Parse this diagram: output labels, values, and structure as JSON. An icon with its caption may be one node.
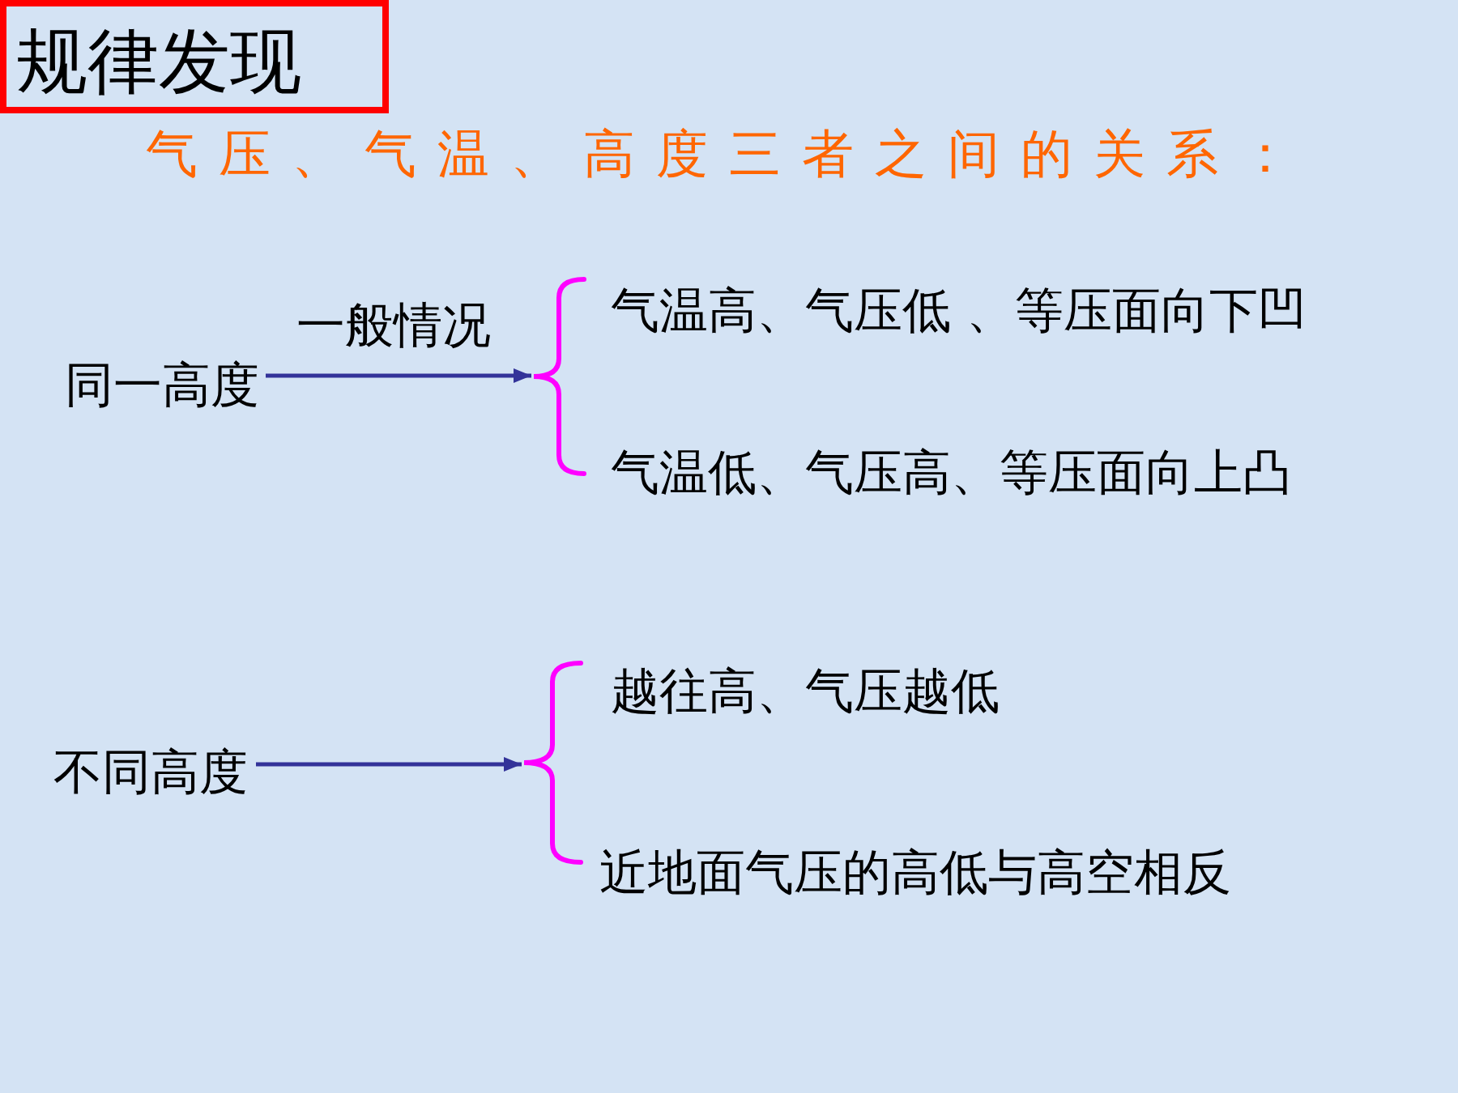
{
  "diagram": {
    "title": "气压、气温、高度三者之间的关系：",
    "nodes": [
      {
        "text": [
          "规律发现"
        ]
      },
      {
        "text": [
          "同一高度"
        ]
      },
      {
        "text": [],
        "shape": "brace"
      },
      {
        "text": [
          "不同高度"
        ]
      },
      {
        "text": [],
        "shape": "brace"
      }
    ],
    "edges": [
      {
        "from": 1,
        "to": 2,
        "arrow": "to",
        "label": "一般情况"
      },
      {
        "from": 3,
        "to": 4,
        "arrow": "to"
      }
    ],
    "labels": [
      "气温高、气压低 、等压面向下凹",
      "气温低、气压高、等压面向上凸",
      "越往高、气压越低",
      "近地面气压的高低与高空相反"
    ]
  }
}
